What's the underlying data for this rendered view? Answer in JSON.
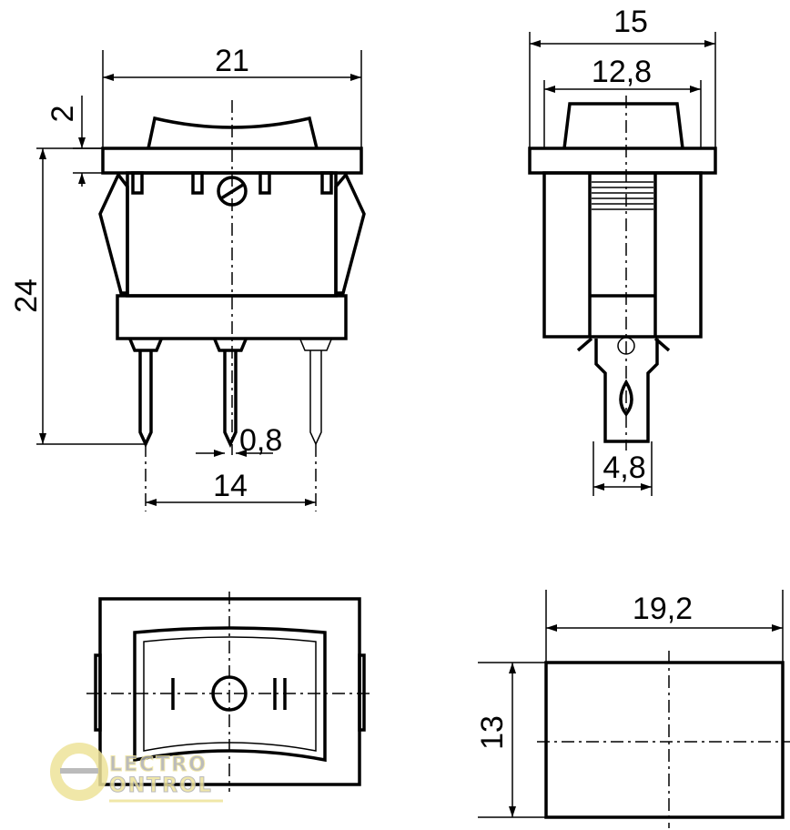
{
  "drawing": {
    "front_view": {
      "width": "21",
      "flange_thickness": "2",
      "height": "24",
      "pin_width": "0,8",
      "pin_spacing": "14"
    },
    "side_view": {
      "width": "15",
      "rocker_width": "12,8",
      "terminal_width": "4,8"
    },
    "top_view": {},
    "cutout_view": {
      "width": "19,2",
      "height": "13"
    }
  },
  "logo": {
    "letter": "e",
    "line1": "LECTRO",
    "line2": "ONTROL",
    "colors": {
      "yellow": "#eee39a",
      "grey": "#b0b0b0"
    }
  }
}
